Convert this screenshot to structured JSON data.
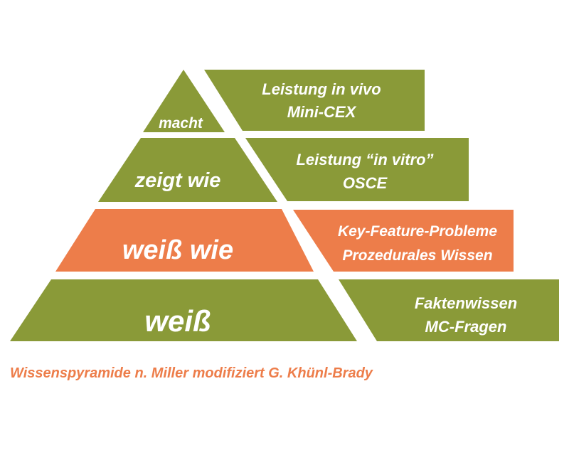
{
  "colors": {
    "green": "#8a9a38",
    "orange": "#ed7d4a",
    "text": "#ffffff",
    "caption": "#ed7d4a"
  },
  "pyramid": {
    "levels": [
      {
        "label": "macht"
      },
      {
        "label": "zeigt wie"
      },
      {
        "label": "weiß wie"
      },
      {
        "label": "weiß"
      }
    ]
  },
  "boxes": [
    {
      "line1": "Leistung in vivo",
      "line2": "Mini-CEX"
    },
    {
      "line1": "Leistung “in vitro”",
      "line2": "OSCE"
    },
    {
      "line1": "Key-Feature-Probleme",
      "line2": "Prozedurales Wissen"
    },
    {
      "line1": "Faktenwissen",
      "line2": "MC-Fragen"
    }
  ],
  "caption": "Wissenspyramide n. Miller modifiziert G. Khünl-Brady"
}
